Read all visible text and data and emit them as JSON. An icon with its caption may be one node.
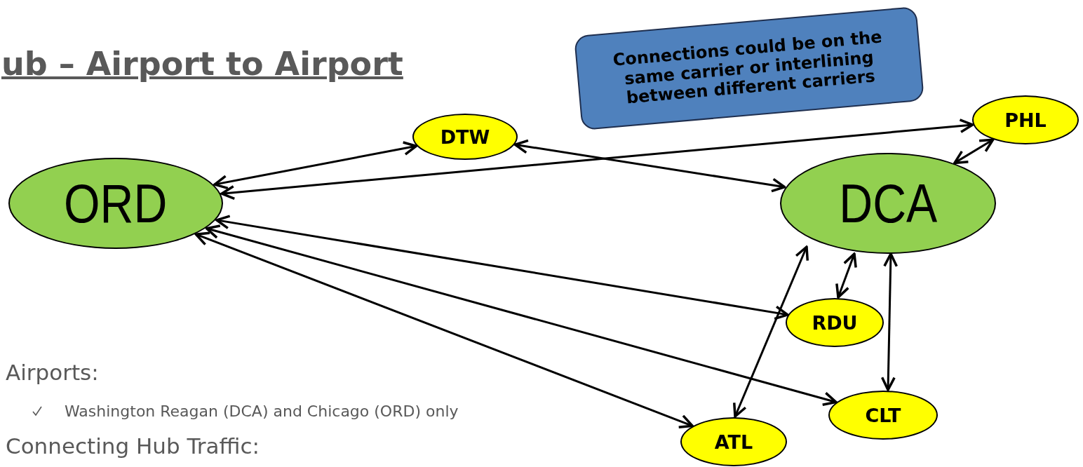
{
  "diagram": {
    "nodes": [
      {
        "text": [
          "ORD"
        ]
      },
      {
        "text": [
          "DCA"
        ]
      },
      {
        "text": [
          "DTW"
        ]
      },
      {
        "text": [
          "PHL"
        ]
      },
      {
        "text": [
          "RDU"
        ]
      },
      {
        "text": [
          "CLT"
        ]
      },
      {
        "text": [
          "ATL"
        ]
      },
      {
        "text": [
          "Connections could be on the same carrier or interlining between different carriers"
        ]
      }
    ],
    "edges": [
      {
        "from": 0,
        "to": 2,
        "arrow": "both"
      },
      {
        "from": 2,
        "to": 1,
        "arrow": "both"
      },
      {
        "from": 0,
        "to": 3,
        "arrow": "both"
      },
      {
        "from": 3,
        "to": 1,
        "arrow": "both"
      },
      {
        "from": 0,
        "to": 4,
        "arrow": "both"
      },
      {
        "from": 0,
        "to": 5,
        "arrow": "both"
      },
      {
        "from": 0,
        "to": 6,
        "arrow": "both"
      },
      {
        "from": 1,
        "to": 4,
        "arrow": "both"
      },
      {
        "from": 1,
        "to": 5,
        "arrow": "both"
      },
      {
        "from": 1,
        "to": 6,
        "arrow": "both"
      }
    ],
    "labels": [
      "ub – Airport to Airport",
      "Airports:",
      "Washington Reagan (DCA) and Chicago (ORD) only",
      "Connecting Hub Traffic:"
    ]
  }
}
